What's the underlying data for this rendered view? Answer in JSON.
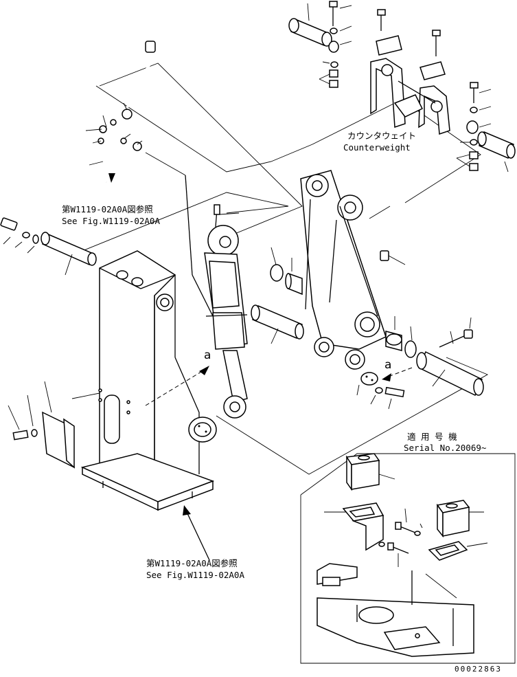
{
  "labels": {
    "counterweight_jp": "カウンタウェイト",
    "counterweight_en": "Counterweight",
    "ref_top_jp": "第W1119-02A0A図参照",
    "ref_top_en": "See Fig.W1119-02A0A",
    "ref_bottom_jp": "第W1119-02A0A図参照",
    "ref_bottom_en": "See Fig.W1119-02A0A",
    "serial_jp": "適 用 号 機",
    "serial_en": "Serial No.20069~",
    "view_a_left": "a",
    "view_a_right": "a",
    "drawing_number": "00022863"
  }
}
